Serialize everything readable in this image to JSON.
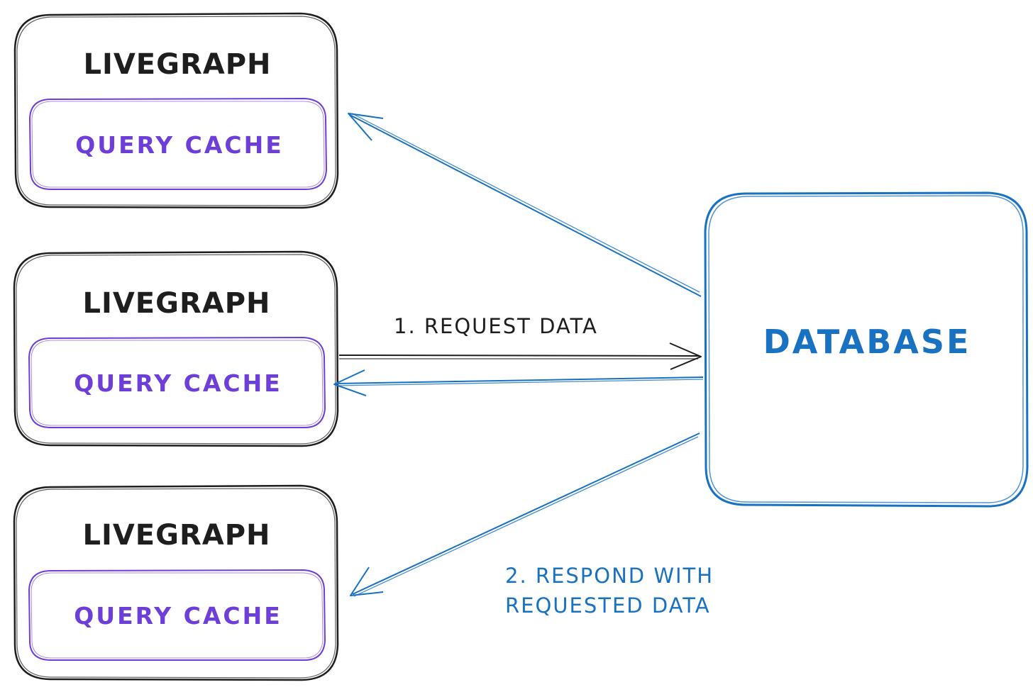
{
  "colors": {
    "ink": "#1e1e1e",
    "cache": "#6d3fd8",
    "database": "#1971c2"
  },
  "nodes": {
    "livegraph": [
      {
        "title": "LIVEGRAPH",
        "cache_label": "QUERY CACHE"
      },
      {
        "title": "LIVEGRAPH",
        "cache_label": "QUERY CACHE"
      },
      {
        "title": "LIVEGRAPH",
        "cache_label": "QUERY CACHE"
      }
    ],
    "database": {
      "label": "DATABASE"
    }
  },
  "edges": {
    "request": {
      "label": "1. REQUEST DATA"
    },
    "response": {
      "label_line1": "2. RESPOND WITH",
      "label_line2": "REQUESTED DATA"
    }
  }
}
